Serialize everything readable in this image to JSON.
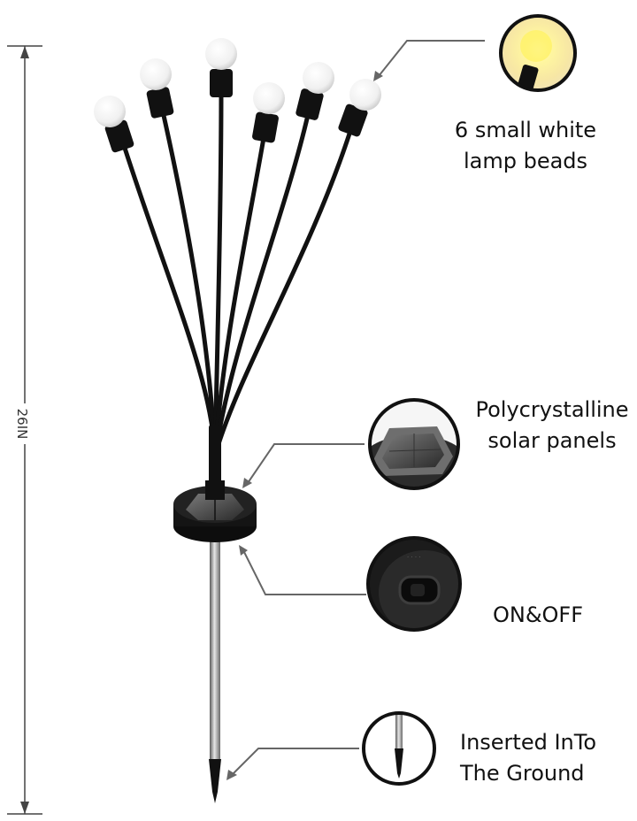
{
  "height_dimension": "26IN",
  "callouts": {
    "lamp_beads": {
      "line1": "6 small white",
      "line2": "lamp beads"
    },
    "solar_panel": {
      "line1": "Polycrystalline",
      "line2": "solar panels"
    },
    "switch": {
      "line1": "ON&OFF"
    },
    "stake": {
      "line1": "Inserted InTo",
      "line2": "The Ground"
    }
  },
  "colors": {
    "background": "#ffffff",
    "stem": "#111111",
    "bead": "#f4f4f4",
    "glow": "#fff3a6",
    "callout_line": "#666666"
  }
}
